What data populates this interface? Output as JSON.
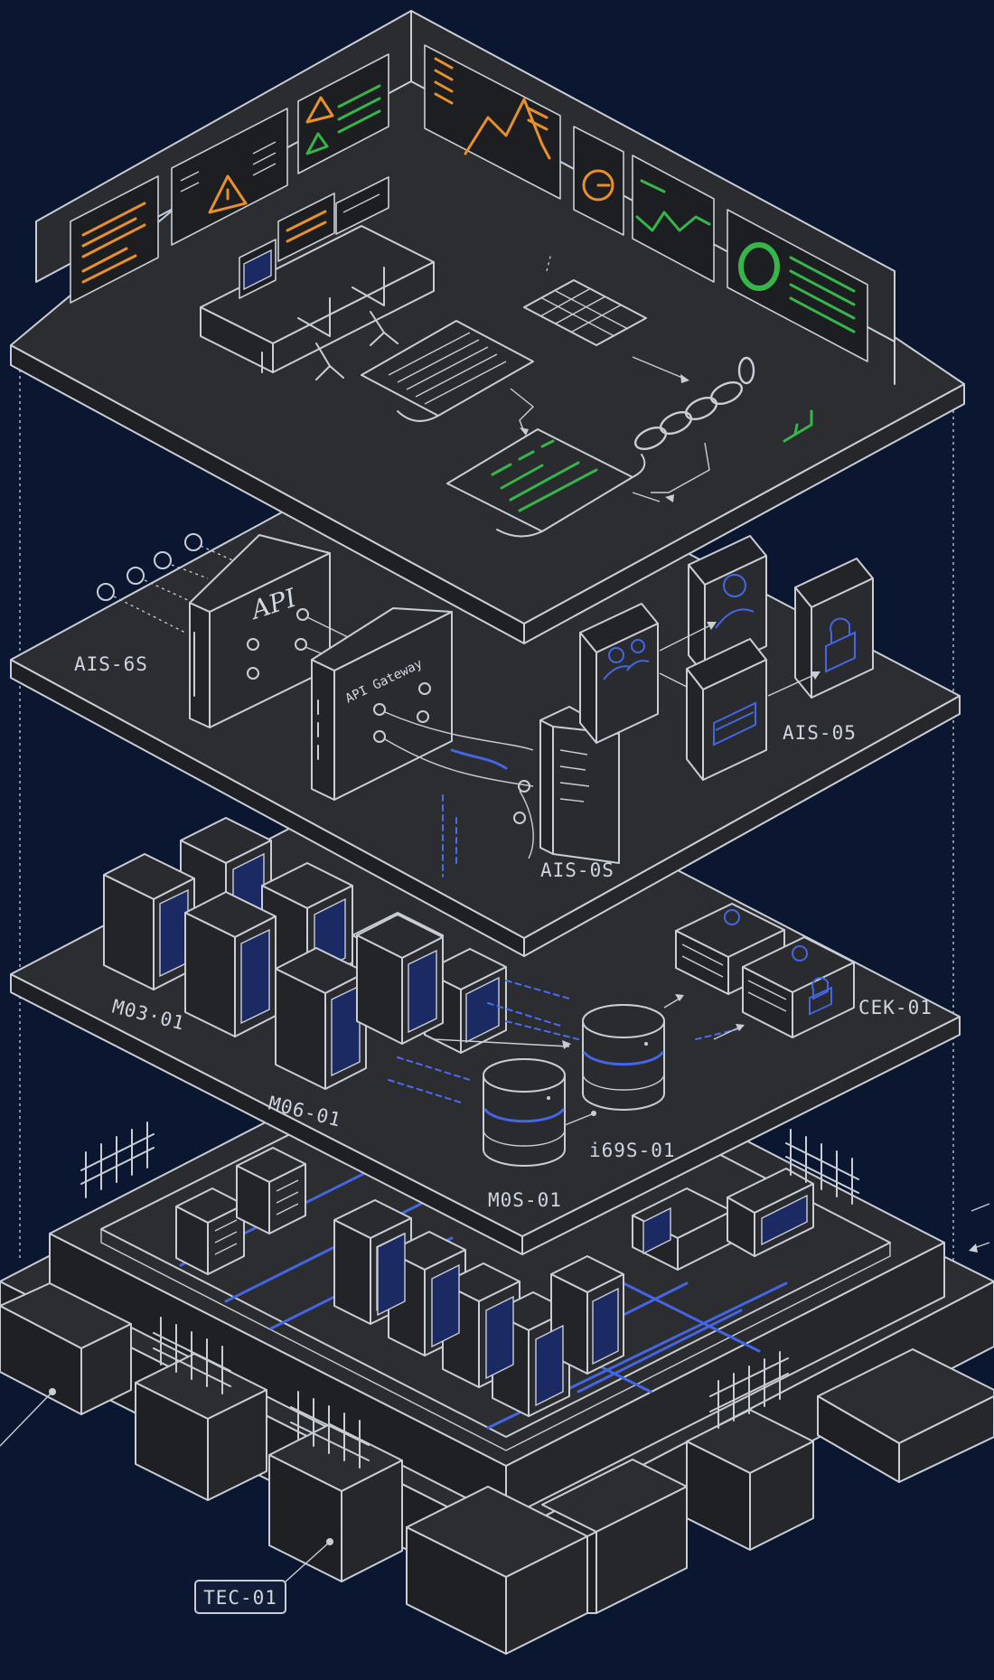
{
  "diagram": {
    "colors": {
      "background": "#0b1730",
      "platform": "#2c2d30",
      "platform_side": "#1f2023",
      "line": "#c9ced6",
      "accent_orange": "#e8902b",
      "accent_green": "#35b54a",
      "accent_blue": "#3d5bd8"
    },
    "layers": [
      {
        "id": "ops",
        "icons": [
          "warning-icon",
          "area-chart-icon",
          "line-chart-icon",
          "gauge-icon",
          "donut-chart-icon",
          "chain-link-icon",
          "document-scroll-icon",
          "grid-icon"
        ]
      },
      {
        "id": "api",
        "labels": [
          "AIS-6S",
          "AIS-05",
          "AIS-0S"
        ],
        "api_text": "API",
        "gateway_text": "API Gateway",
        "icons": [
          "user-icon",
          "users-icon",
          "lock-icon",
          "card-icon"
        ]
      },
      {
        "id": "data",
        "labels": [
          "M03·01",
          "M06-01",
          "M0S-01",
          "i69S-01",
          "CEK-01"
        ],
        "icons": [
          "database-icon",
          "lock-icon",
          "server-rack-icon"
        ]
      },
      {
        "id": "base",
        "labels": [
          "TEC-01"
        ],
        "icons": [
          "fence-icon",
          "server-rack-icon"
        ]
      }
    ]
  }
}
